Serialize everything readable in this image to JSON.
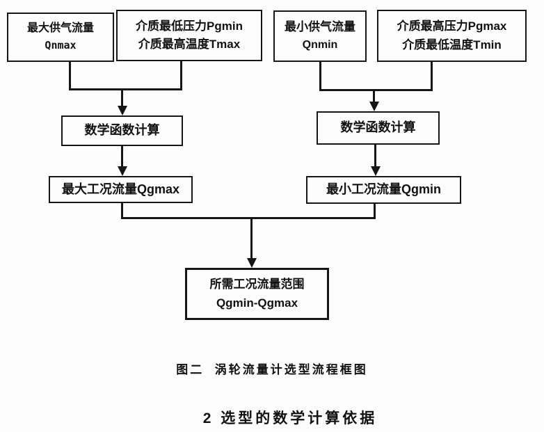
{
  "figure": {
    "caption": "图二  涡轮流量计选型流程框图",
    "section_heading": "2 选型的数学计算依据",
    "colors": {
      "line": "#161616",
      "background": "#fdfdfd",
      "text": "#111111"
    },
    "boxes": {
      "qnmax": {
        "line1": "最大供气流量",
        "line2": "Qnmax"
      },
      "pgmin_tmax": {
        "line1": "介质最低压力Pgmin",
        "line2": "介质最高温度Tmax"
      },
      "qnmin": {
        "line1": "最小供气流量",
        "line2": "Qnmin"
      },
      "pgmax_tmin": {
        "line1": "介质最高压力Pgmax",
        "line2": "介质最低温度Tmin"
      },
      "calc_left": {
        "line1": "数学函数计算"
      },
      "calc_right": {
        "line1": "数学函数计算"
      },
      "qgmax": {
        "line1": "最大工况流量Qgmax"
      },
      "qgmin": {
        "line1": "最小工况流量Qgmin"
      },
      "range": {
        "line1": "所需工况流量范围",
        "line2": "Qgmin-Qgmax"
      }
    }
  }
}
